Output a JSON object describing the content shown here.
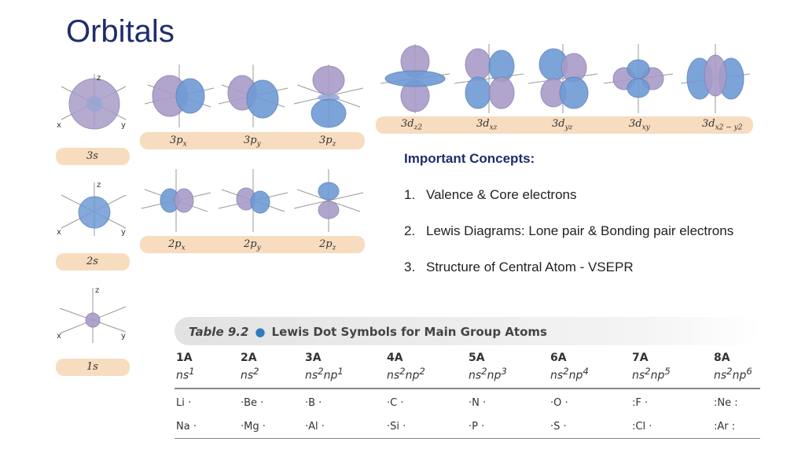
{
  "slide_title": "Orbitals",
  "concepts": {
    "heading": "Important Concepts:",
    "items": [
      {
        "num": "1.",
        "text": "Valence & Core electrons"
      },
      {
        "num": "2.",
        "text": "Lewis Diagrams: Lone pair & Bonding pair electrons"
      },
      {
        "num": "3.",
        "text": "Structure of Central Atom - VSEPR"
      }
    ]
  },
  "orbitals": {
    "s_labels": [
      "3s",
      "2s",
      "1s"
    ],
    "p3": {
      "base": "3p",
      "subs": [
        "x",
        "y",
        "z"
      ]
    },
    "p2": {
      "base": "2p",
      "subs": [
        "x",
        "y",
        "z"
      ]
    },
    "d3": {
      "base": "3d",
      "subs": [
        "z2",
        "xz",
        "yz",
        "xy",
        "x2 − y2"
      ]
    },
    "axis_labels": {
      "x": "x",
      "y": "y",
      "z": "z"
    }
  },
  "lewis_table": {
    "table_label": "Table 9.2",
    "title": "Lewis Dot Symbols for Main Group Atoms",
    "groups": [
      "1A",
      "2A",
      "3A",
      "4A",
      "5A",
      "6A",
      "7A",
      "8A"
    ],
    "configs": [
      "ns1",
      "ns2",
      "ns2np1",
      "ns2np2",
      "ns2np3",
      "ns2np4",
      "ns2np5",
      "ns2np6"
    ],
    "row1": [
      "Li",
      "Be",
      "B",
      "C",
      "N",
      "O",
      "F",
      "Ne"
    ],
    "row2": [
      "Na",
      "Mg",
      "Al",
      "Si",
      "P",
      "S",
      "Cl",
      "Ar"
    ]
  },
  "colors": {
    "title": "#1f2d6b",
    "label_bar": "#f7dcbf",
    "lobe_purple": "#a99cc8",
    "lobe_blue": "#6f9bd4"
  }
}
